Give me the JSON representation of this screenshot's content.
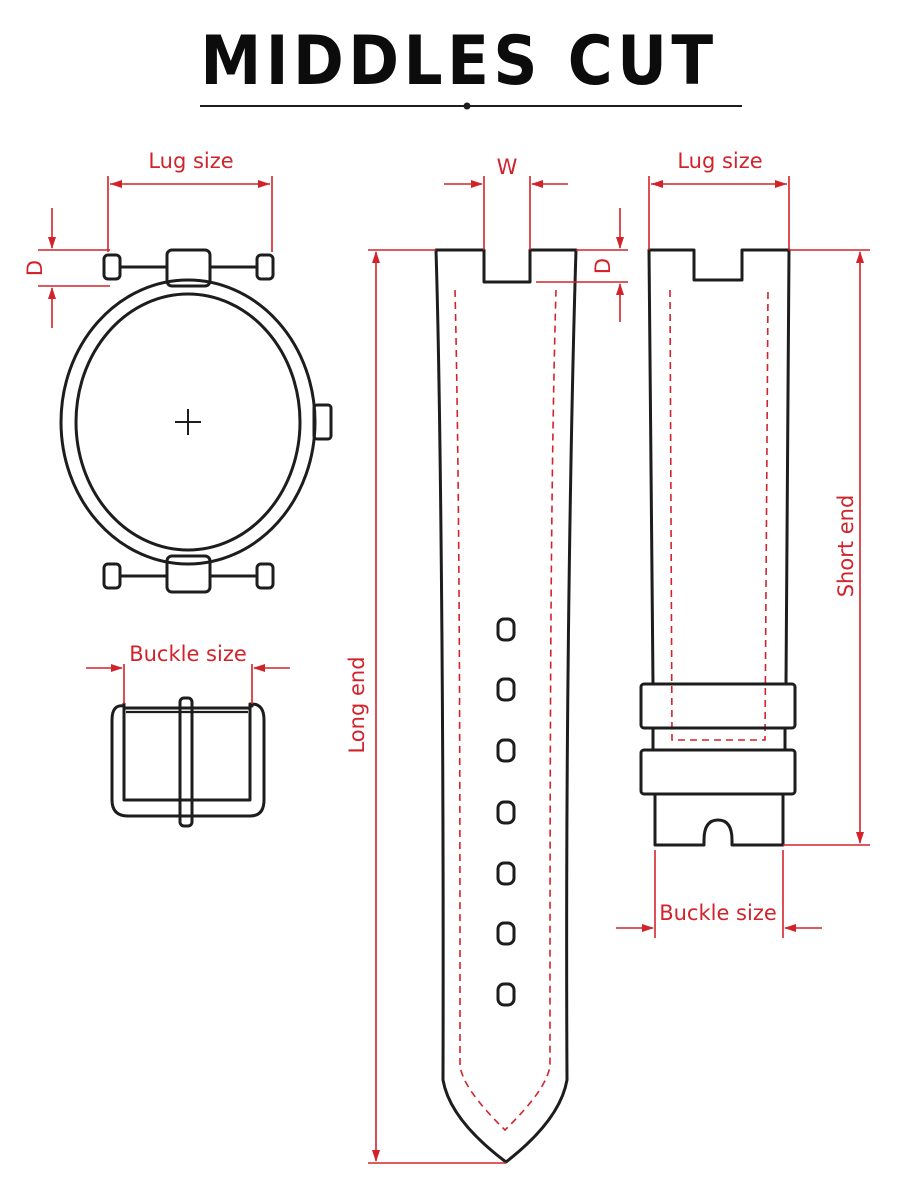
{
  "title": "MIDDLES CUT",
  "labels": {
    "watch_lug_size": "Lug size",
    "watch_d": "D",
    "buckle_size_left": "Buckle size",
    "w": "W",
    "long_d": "D",
    "long_end": "Long end",
    "short_lug_size": "Lug size",
    "short_end": "Short end",
    "buckle_size_right": "Buckle size"
  },
  "colors": {
    "ink": "#1d1d1d",
    "dimension": "#d2232a",
    "background": "#ffffff"
  },
  "strap_holes": 7
}
